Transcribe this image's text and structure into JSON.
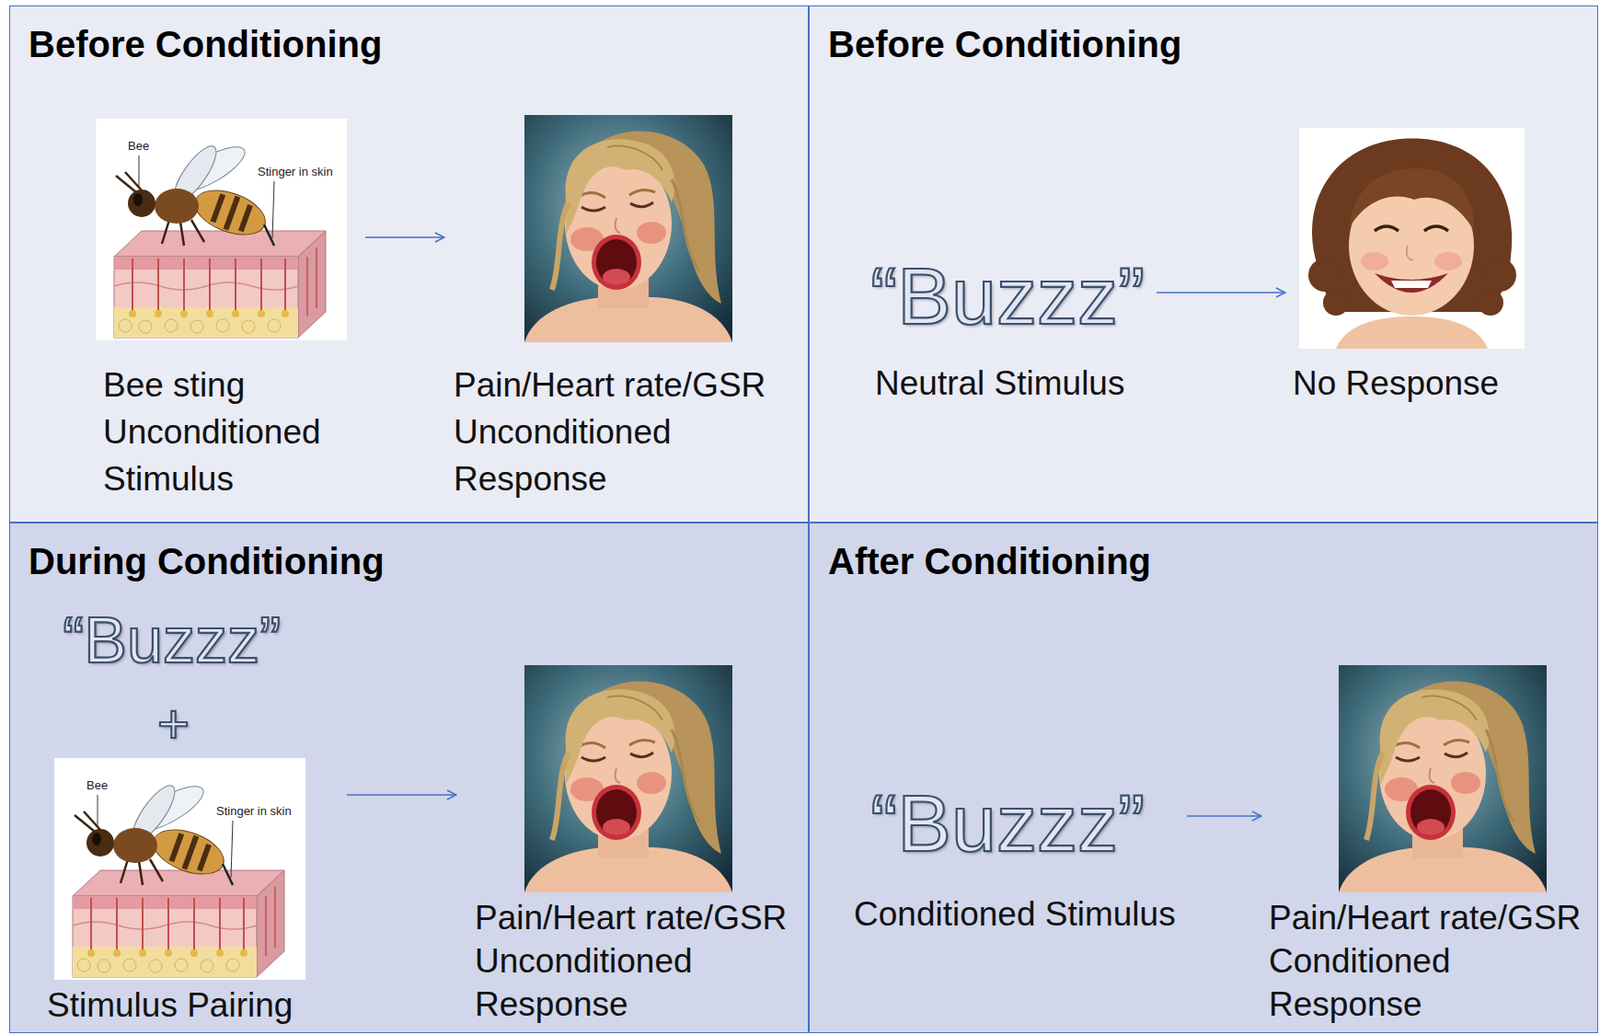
{
  "diagram": {
    "nodes": [
      {
        "text": [
          "Before Conditioning"
        ]
      },
      {
        "text": [
          "Bee sting Unconditioned Stimulus"
        ],
        "in": 0
      },
      {
        "text": [
          "Pain/Heart rate/GSR Unconditioned Response"
        ],
        "in": 0
      },
      {
        "text": [
          "Before Conditioning"
        ]
      },
      {
        "text": [
          "“Buzzz”",
          "Neutral Stimulus"
        ],
        "in": 3
      },
      {
        "text": [
          "No Response"
        ],
        "in": 3
      },
      {
        "text": [
          "During Conditioning"
        ]
      },
      {
        "text": [
          "“Buzzz”",
          "+",
          "Stimulus Pairing"
        ],
        "in": 6
      },
      {
        "text": [
          "Pain/Heart rate/GSR Unconditioned Response"
        ],
        "in": 6
      },
      {
        "text": [
          "After Conditioning"
        ]
      },
      {
        "text": [
          "“Buzzz”",
          "Conditioned Stimulus"
        ],
        "in": 9
      },
      {
        "text": [
          "Pain/Heart rate/GSR Conditioned Response"
        ],
        "in": 9
      }
    ],
    "edges": [
      {
        "from": 1,
        "to": 2,
        "arrow": "to"
      },
      {
        "from": 4,
        "to": 5,
        "arrow": "to"
      },
      {
        "from": 7,
        "to": 8,
        "arrow": "to"
      },
      {
        "from": 10,
        "to": 11,
        "arrow": "to"
      }
    ],
    "labels": [
      "Bee",
      "Stinger in skin",
      "Bee",
      "Stinger in skin"
    ]
  }
}
